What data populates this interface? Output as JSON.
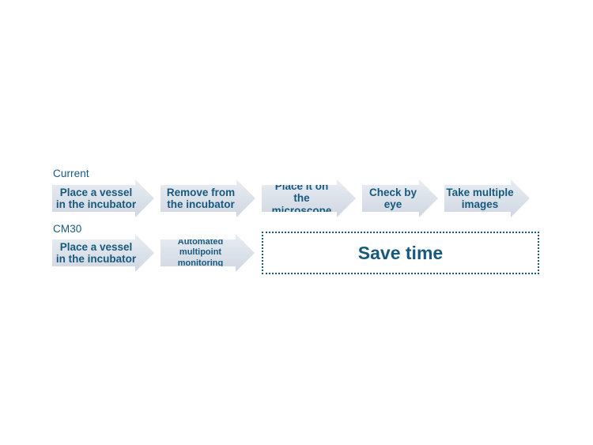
{
  "colors": {
    "text_blue": "#17597e",
    "arrow_gradient_top": "#e9edf3",
    "arrow_gradient_bottom": "#cfd7e1",
    "result_box_border": "#17597e",
    "background": "#ffffff"
  },
  "rows": {
    "current": {
      "label": "Current",
      "steps": [
        {
          "text": "Place a vessel\nin the incubator"
        },
        {
          "text": "Remove from\nthe incubator"
        },
        {
          "text": "Place it on\nthe microscope"
        },
        {
          "text": "Check by eye"
        },
        {
          "text": "Take multiple\nimages"
        }
      ]
    },
    "cm30": {
      "label": "CM30",
      "steps": [
        {
          "text": "Place a vessel\nin the incubator"
        },
        {
          "text": "Automated\nmultipoint monitoring"
        }
      ],
      "result": "Save time"
    }
  }
}
